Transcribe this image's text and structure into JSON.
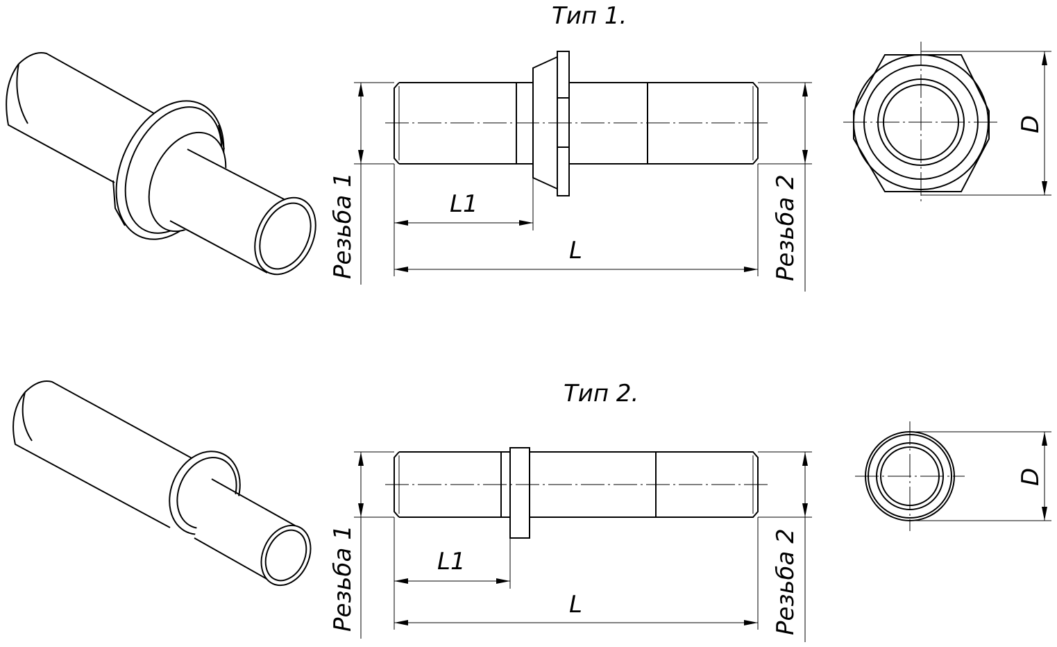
{
  "type1": {
    "title": "Тип 1.",
    "label_l1": "L1",
    "label_l": "L",
    "label_d": "D",
    "label_thread1": "Резьба 1",
    "label_thread2": "Резьба 2"
  },
  "type2": {
    "title": "Тип 2.",
    "label_l1": "L1",
    "label_l": "L",
    "label_d": "D",
    "label_thread1": "Резьба 1",
    "label_thread2": "Резьба 2"
  }
}
